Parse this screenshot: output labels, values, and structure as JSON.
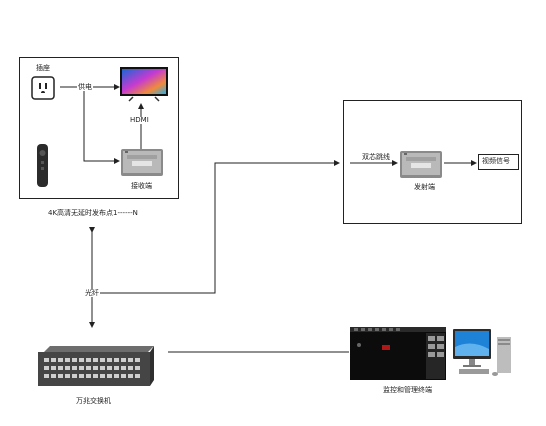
{
  "receiver_site": {
    "caption": "4K高清无延时发布点1------N",
    "socket_label": "插座",
    "power_label": "供电",
    "hdmi_label": "HDMI",
    "receiver_label": "接收端"
  },
  "transmitter_site": {
    "cable_label": "双芯跳线",
    "transmitter_label": "发射端",
    "signal_label": "视频信号"
  },
  "network": {
    "fiber_label": "光纤",
    "switch_label": "万兆交换机",
    "terminal_label": "监控和管理终端"
  }
}
